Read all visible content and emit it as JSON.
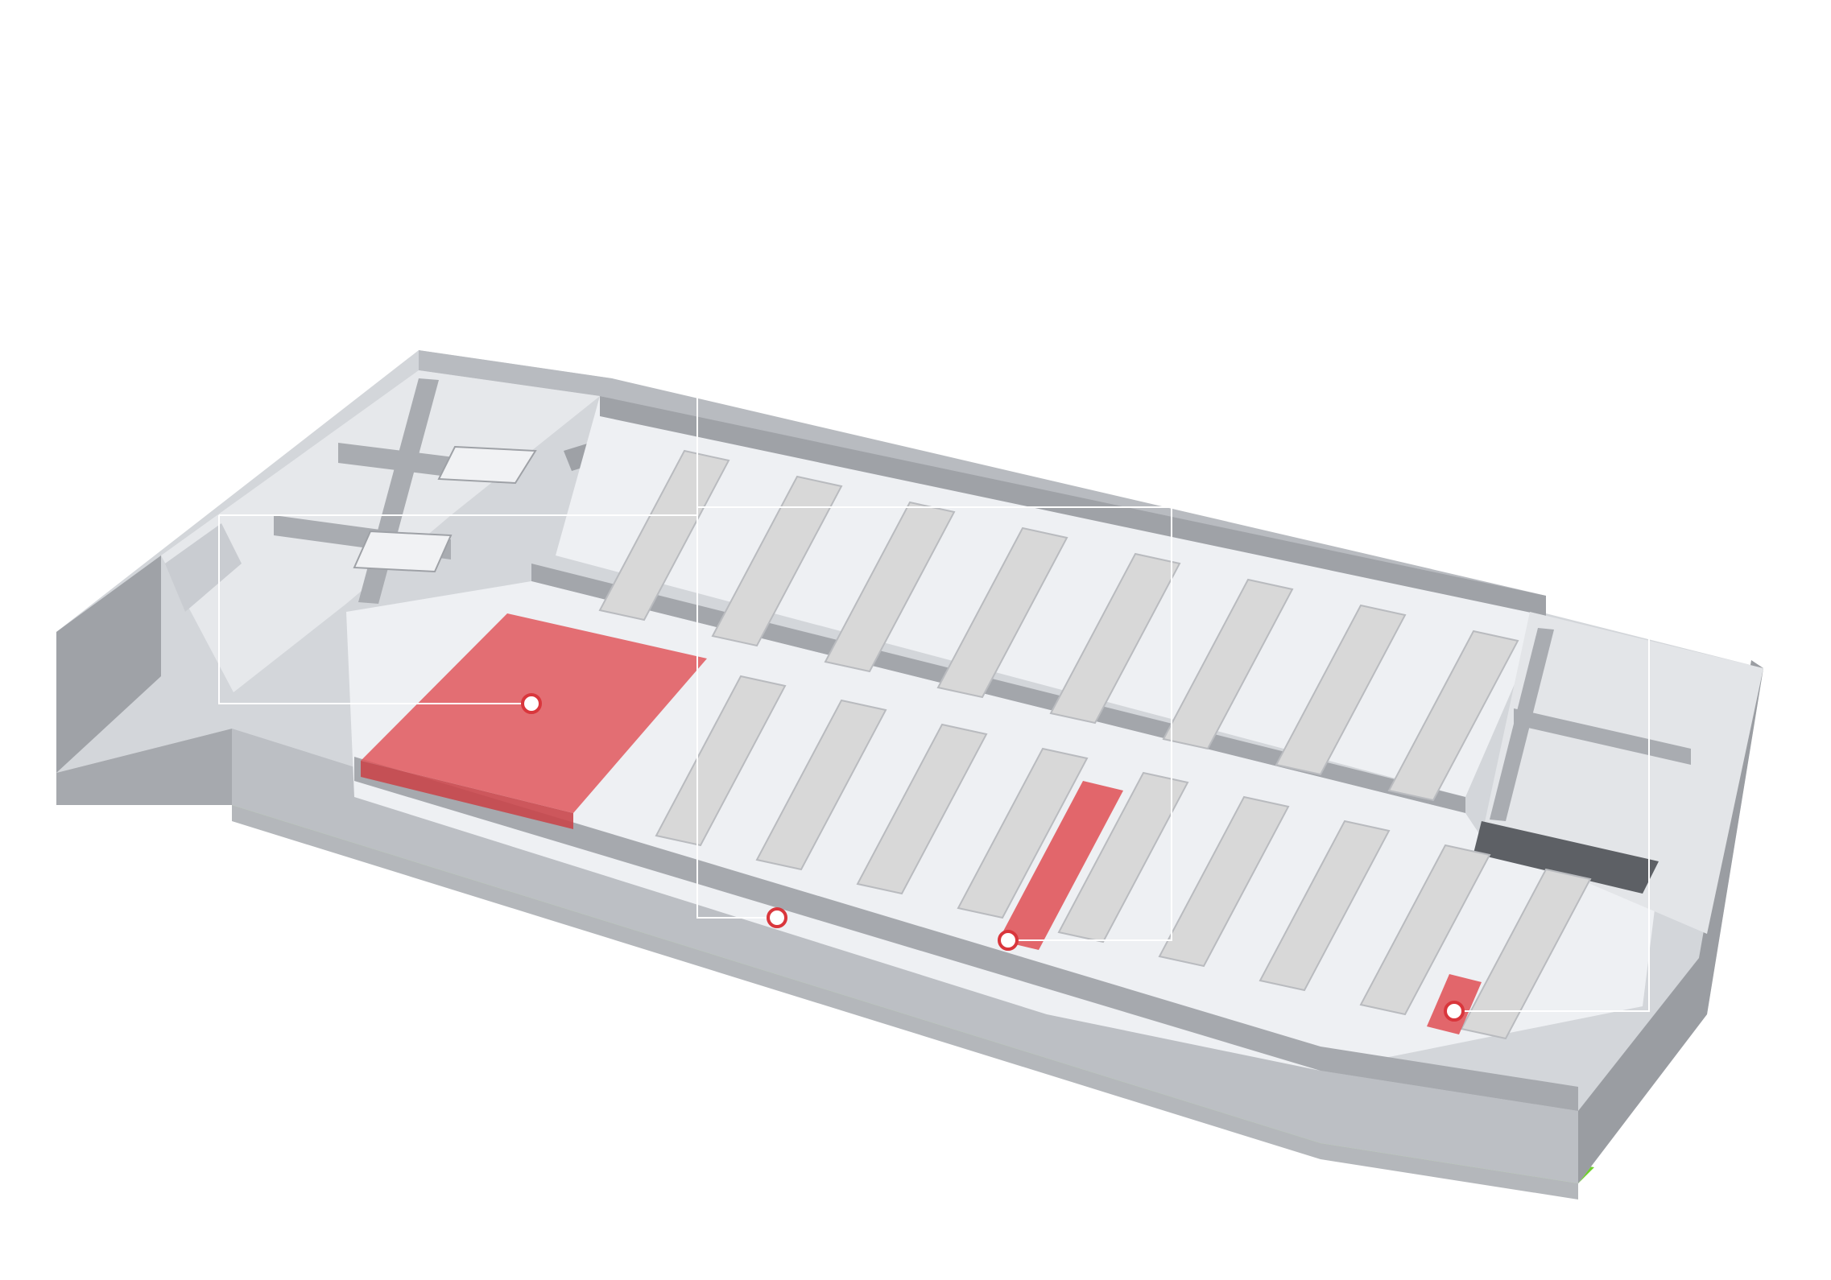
{
  "colors": {
    "background": "#ffffff",
    "wall_top": "#c4c7cc",
    "wall_face": "#a6a9ae",
    "wall_dark": "#8e9196",
    "floor": "#eef0f3",
    "rack": "#d8d8d8",
    "rack_shadow": "#b9bbbf",
    "highlight": "#e0575c",
    "highlight_light": "#ec8d90",
    "base_green": "#6fd12b",
    "base_grey": "#b4b7bb",
    "callout_line": "#ffffff",
    "marker_fill": "#ffffff",
    "marker_ring": "#d9363c"
  },
  "highlighted_zones": [
    {
      "name": "large-room-zone"
    },
    {
      "name": "rack-row-zone"
    },
    {
      "name": "single-rack-zone"
    },
    {
      "name": "door-zone"
    }
  ],
  "markers": [
    {
      "name": "marker-large-room"
    },
    {
      "name": "marker-door"
    },
    {
      "name": "marker-rack-row"
    },
    {
      "name": "marker-single-rack"
    }
  ]
}
